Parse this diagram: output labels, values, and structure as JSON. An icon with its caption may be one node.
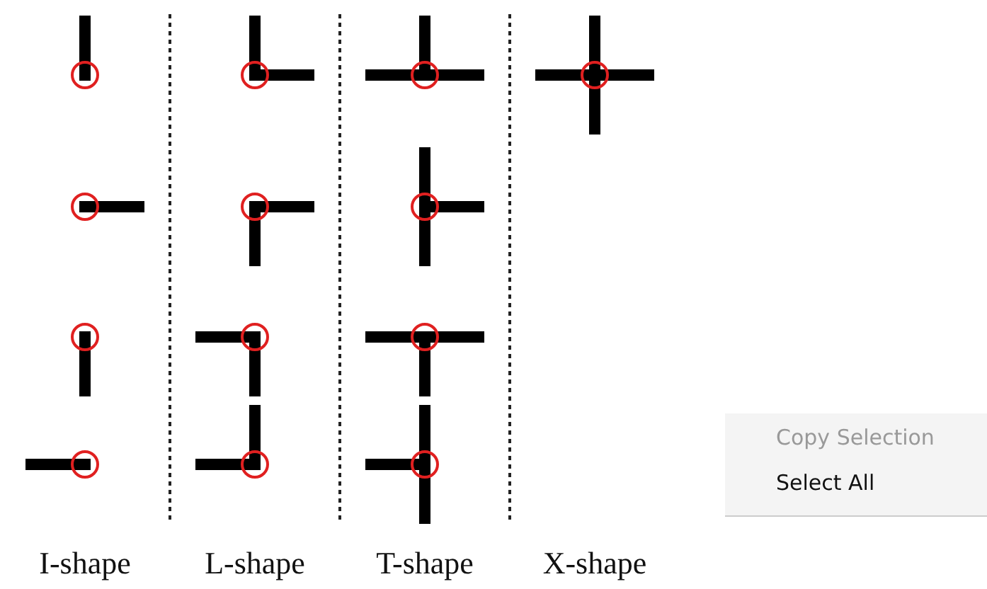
{
  "diagram": {
    "labels": [
      "I-shape",
      "L-shape",
      "T-shape",
      "X-shape",
      "Copy Selection",
      "Select All"
    ]
  }
}
